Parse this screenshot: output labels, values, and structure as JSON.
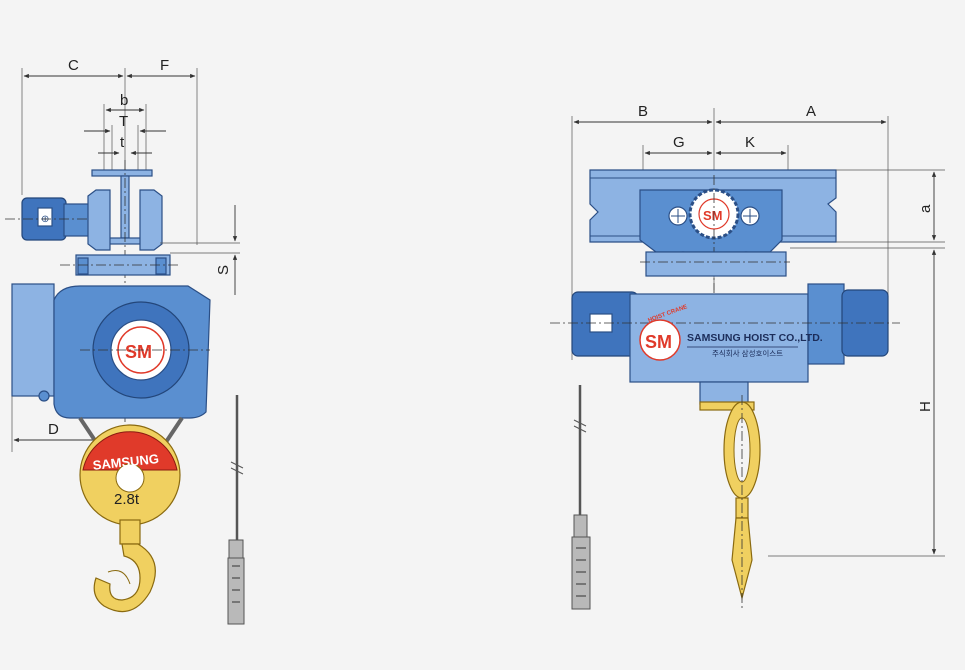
{
  "dimensions": {
    "C": "C",
    "F": "F",
    "b": "b",
    "T": "T",
    "t": "t",
    "S": "S",
    "D": "D",
    "B": "B",
    "A": "A",
    "G": "G",
    "K": "K",
    "a": "a",
    "H": "H"
  },
  "hook_block": {
    "brand": "SAMSUNG",
    "capacity": "2.8t"
  },
  "hoist_body": {
    "company": "SAMSUNG HOIST CO.,LTD.",
    "company_korean": "주식회사 삼성호이스트",
    "logo_letters": "SM",
    "logo_arc": "HOIST CRANE"
  },
  "colors": {
    "body_blue": "#5a8fd0",
    "light_blue": "#8db3e3",
    "hook_gold": "#f0d060",
    "logo_red": "#e03a2a"
  }
}
